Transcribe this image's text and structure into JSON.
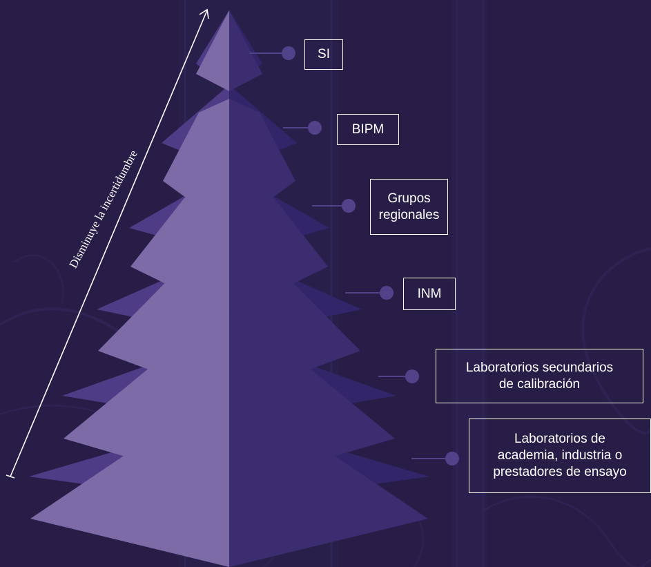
{
  "colors": {
    "background": "#271d46",
    "face_left": "#7c6ba6",
    "face_right": "#3b2d70",
    "ledge_left": "#4e3d86",
    "ledge_right": "#32256a",
    "connector": "#52428a",
    "label_border": "#ffffff",
    "label_text": "#ffffff",
    "arrow": "#ffffff"
  },
  "diagram": {
    "axis_label": "Disminuye la incertidumbre",
    "levels": [
      {
        "label": "SI"
      },
      {
        "label": "BIPM"
      },
      {
        "label": "Grupos\nregionales"
      },
      {
        "label": "INM"
      },
      {
        "label": "Laboratorios secundarios\nde calibración"
      },
      {
        "label": "Laboratorios de\nacademia, industria o\nprestadores de ensayo"
      }
    ]
  }
}
